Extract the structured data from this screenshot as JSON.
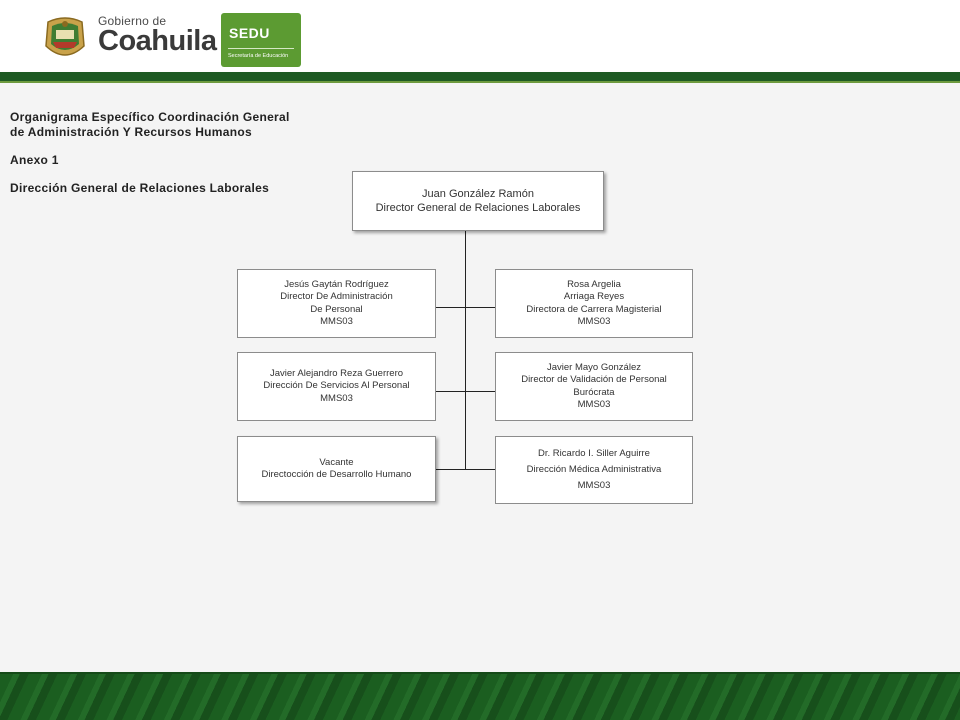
{
  "header": {
    "gob_small": "Gobierno de",
    "gob_big": "Coahuila",
    "sedu_title": "SEDU",
    "sedu_sub": "Secretaría de Educación"
  },
  "left_text": {
    "title_line1": "Organigrama Específico Coordinación General",
    "title_line2": "de Administración Y Recursos Humanos",
    "anexo": "Anexo 1",
    "direccion": "Dirección General de Relaciones Laborales"
  },
  "org": {
    "root": {
      "lines": [
        "Juan González Ramón",
        "Director  General  de Relaciones Laborales"
      ]
    },
    "left": [
      {
        "lines": [
          "Jesús Gaytán Rodríguez",
          "Director De Administración",
          "De Personal",
          "MMS03"
        ]
      },
      {
        "lines": [
          "Javier Alejandro Reza Guerrero",
          "Dirección De Servicios Al Personal",
          "MMS03"
        ]
      },
      {
        "lines": [
          "Vacante",
          "Directocción de Desarrollo Humano"
        ]
      }
    ],
    "right": [
      {
        "lines": [
          "Rosa Argelia",
          "Arriaga Reyes",
          "Directora de Carrera Magisterial",
          "MMS03"
        ]
      },
      {
        "lines": [
          "Javier Mayo González",
          "Director de Validación de Personal",
          "Burócrata",
          "MMS03"
        ]
      },
      {
        "lines": [
          "Dr. Ricardo I. Siller Aguirre",
          "Dirección Médica Administrativa",
          "MMS03"
        ]
      }
    ]
  },
  "colors": {
    "brand_green": "#1e5a23",
    "sedu_green": "#5c9b32"
  }
}
